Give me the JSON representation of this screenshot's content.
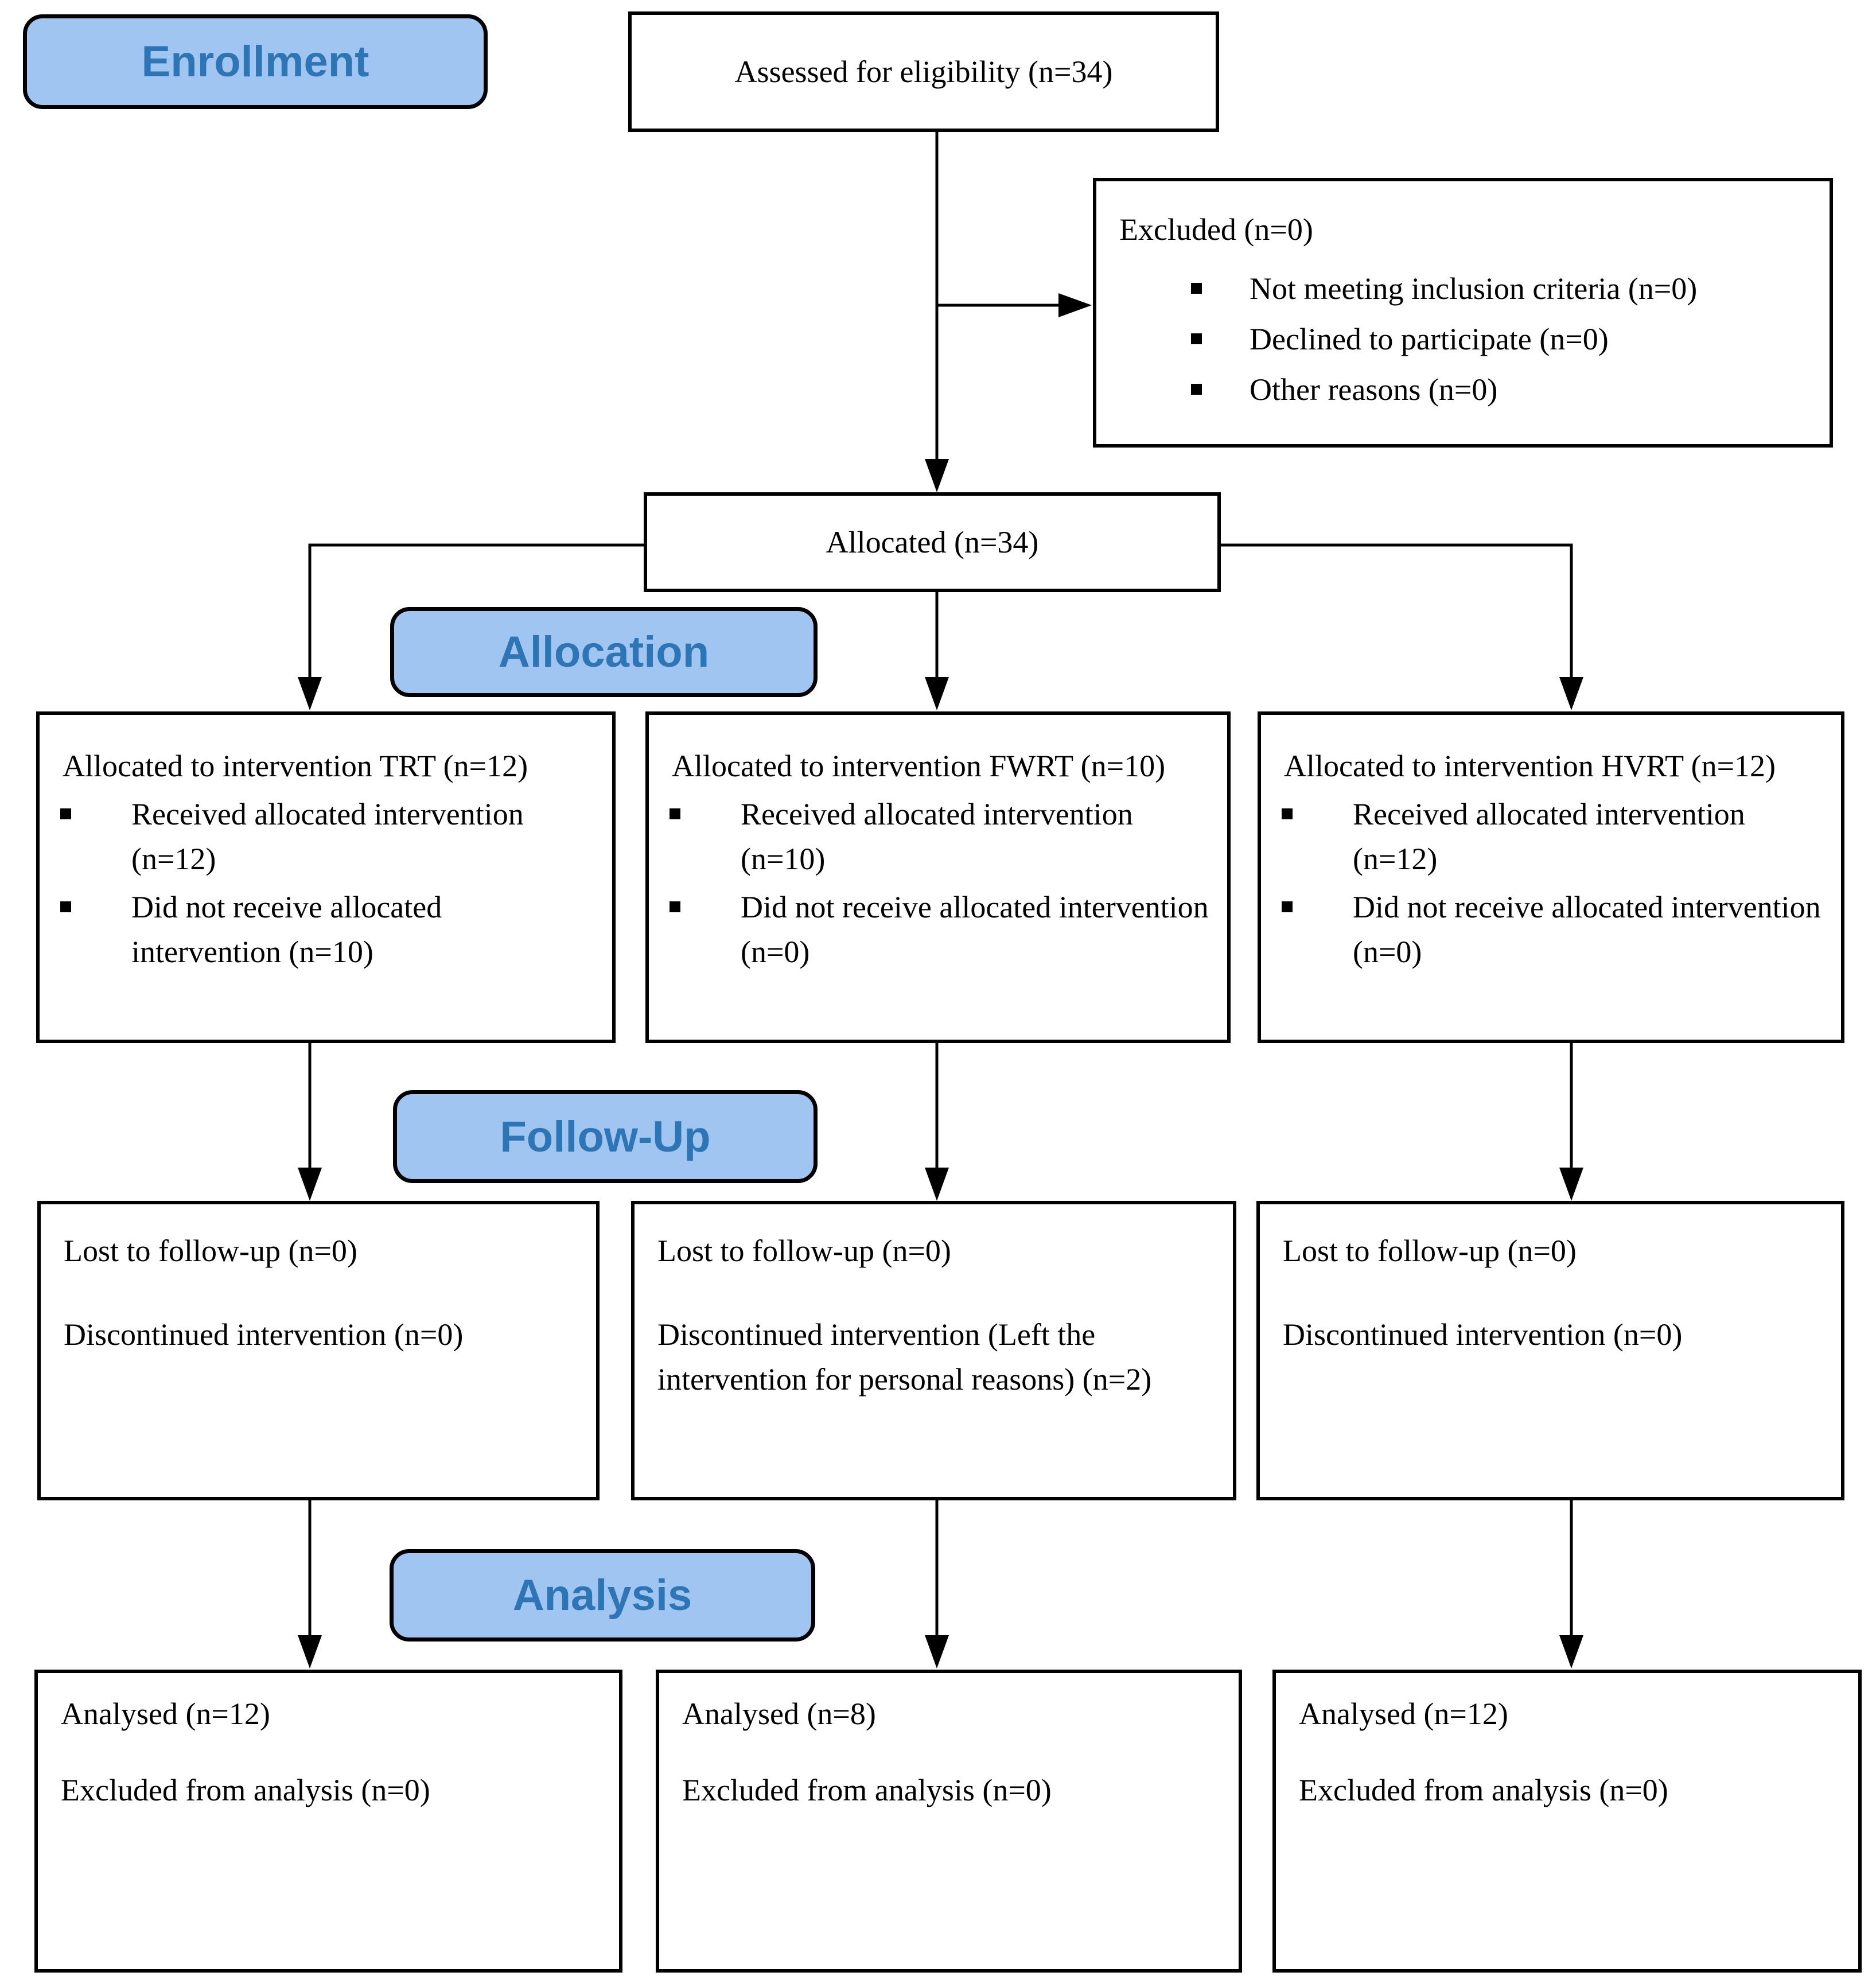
{
  "colors": {
    "label_fill": "#9FC5F0",
    "label_text": "#2E75B6",
    "box_border": "#000000",
    "arrow": "#000000"
  },
  "stage_labels": {
    "enrollment": "Enrollment",
    "allocation": "Allocation",
    "followup": "Follow-Up",
    "analysis": "Analysis"
  },
  "enrollment": {
    "assessed": "Assessed for eligibility (n=34)",
    "excluded": {
      "title": "Excluded (n=0)",
      "bullets": [
        "Not meeting inclusion criteria (n=0)",
        "Declined to participate (n=0)",
        "Other reasons (n=0)"
      ]
    },
    "allocated": "Allocated (n=34)"
  },
  "allocation_arms": [
    {
      "title": "Allocated to intervention TRT (n=12)",
      "bullets": [
        "Received allocated intervention (n=12)",
        "Did not receive allocated intervention (n=10)"
      ]
    },
    {
      "title": "Allocated to intervention FWRT (n=10)",
      "bullets": [
        "Received allocated intervention (n=10)",
        "Did not receive allocated intervention (n=0)"
      ]
    },
    {
      "title": "Allocated to intervention HVRT (n=12)",
      "bullets": [
        "Received allocated intervention (n=12)",
        "Did not receive allocated intervention (n=0)"
      ]
    }
  ],
  "followup_boxes": [
    {
      "lost": "Lost to follow-up (n=0)",
      "discontinued": "Discontinued intervention (n=0)"
    },
    {
      "lost": "Lost to follow-up (n=0)",
      "discontinued": "Discontinued intervention (Left the intervention for personal reasons) (n=2)"
    },
    {
      "lost": "Lost to follow-up (n=0)",
      "discontinued": "Discontinued intervention (n=0)"
    }
  ],
  "analysis_boxes": [
    {
      "analysed": "Analysed (n=12)",
      "excluded": "Excluded from analysis (n=0)"
    },
    {
      "analysed": "Analysed (n=8)",
      "excluded": "Excluded from analysis (n=0)"
    },
    {
      "analysed": "Analysed (n=12)",
      "excluded": "Excluded from analysis (n=0)"
    }
  ]
}
